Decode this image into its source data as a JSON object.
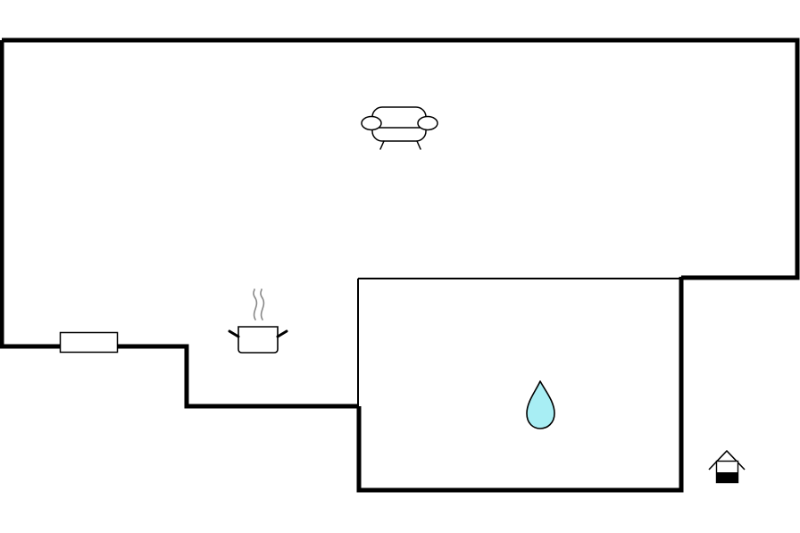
{
  "floorplan": {
    "rooms": [
      {
        "name": "living-area",
        "icon": "sofa-icon"
      },
      {
        "name": "kitchen-area",
        "icon": "cooking-pot-icon"
      },
      {
        "name": "bathroom",
        "icon": "water-drop-icon"
      }
    ],
    "features": [
      {
        "name": "window",
        "icon": "window-icon"
      },
      {
        "name": "entrance",
        "icon": "entrance-icon"
      }
    ],
    "colors": {
      "wall": "#000000",
      "background": "#ffffff",
      "water": "#a8eef4",
      "steam": "#888888"
    }
  }
}
